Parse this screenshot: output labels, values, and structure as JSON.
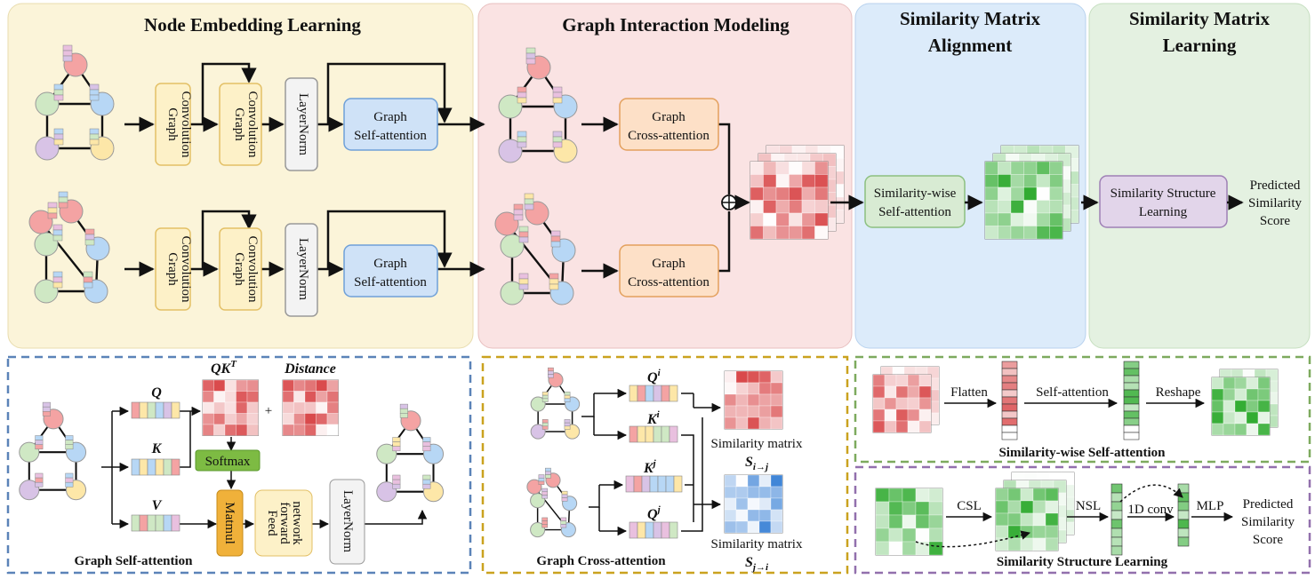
{
  "sections": {
    "node_embedding": "Node Embedding Learning",
    "graph_interaction": "Graph Interaction Modeling",
    "sim_alignment_l1": "Similarity Matrix",
    "sim_alignment_l2": "Alignment",
    "sim_learning_l1": "Similarity Matrix",
    "sim_learning_l2": "Learning"
  },
  "blocks": {
    "graph_conv_l1": "Graph",
    "graph_conv_l2": "Convolution",
    "layernorm": "LayerNorm",
    "self_attn_l1": "Graph",
    "self_attn_l2": "Self-attention",
    "cross_attn_l1": "Graph",
    "cross_attn_l2": "Cross-attention",
    "sim_wise_l1": "Similarity-wise",
    "sim_wise_l2": "Self-attention",
    "sim_struct_l1": "Similarity Structure",
    "sim_struct_l2": "Learning",
    "predicted_l1": "Predicted",
    "predicted_l2": "Similarity",
    "predicted_l3": "Score"
  },
  "panels": {
    "self_attention": {
      "caption": "Graph Self-attention",
      "q": "Q",
      "k": "K",
      "v": "V",
      "qk": "QK",
      "qk_sup": "T",
      "distance": "Distance",
      "plus": "+",
      "softmax": "Softmax",
      "matmul": "Matmul",
      "ffn_l1": "Feed",
      "ffn_l2": "forward",
      "ffn_l3": "network",
      "layernorm": "LayerNorm"
    },
    "cross_attention": {
      "caption": "Graph Cross-attention",
      "qi": "Q",
      "qi_sup": "i",
      "ki": "K",
      "ki_sup": "i",
      "kj": "K",
      "kj_sup": "j",
      "qj": "Q",
      "qj_sup": "j",
      "sim_matrix_label": "Similarity matrix",
      "s_ij": "S",
      "s_ij_sub": "i→j",
      "s_ji": "S",
      "s_ji_sub": "j→i"
    },
    "sim_wise": {
      "caption": "Similarity-wise Self-attention",
      "flatten": "Flatten",
      "self_attention": "Self-attention",
      "reshape": "Reshape"
    },
    "sim_struct": {
      "caption": "Similarity Structure Learning",
      "csl": "CSL",
      "nsl": "NSL",
      "conv1d": "1D conv",
      "mlp": "MLP",
      "predicted_l1": "Predicted",
      "predicted_l2": "Similarity",
      "predicted_l3": "Score"
    }
  },
  "colors": {
    "yellow_bg": "#fbf4d9",
    "pink_bg": "#fae3e3",
    "blue_bg": "#dcebfa",
    "green_bg": "#e4f1e1",
    "red_heat": "#d9484a",
    "green_heat": "#2eaa2e",
    "blue_heat": "#3b82d6"
  }
}
